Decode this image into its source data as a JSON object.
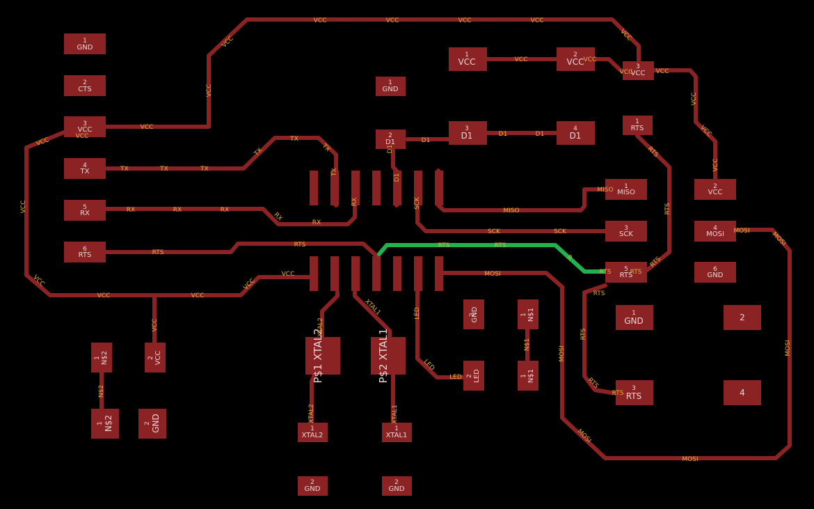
{
  "board": {
    "background_color": "#000000",
    "trace_color": "#8b2325",
    "selected_trace_color": "#22b14c",
    "label_color": "#e0b040",
    "pad_text_color": "#e8d6d6"
  },
  "pads": [
    {
      "id": "ftdi-1",
      "num": "1",
      "name": "GND"
    },
    {
      "id": "ftdi-2",
      "num": "2",
      "name": "CTS"
    },
    {
      "id": "ftdi-3",
      "num": "3",
      "name": "VCC"
    },
    {
      "id": "ftdi-4",
      "num": "4",
      "name": "TX"
    },
    {
      "id": "ftdi-5",
      "num": "5",
      "name": "RX"
    },
    {
      "id": "ftdi-6",
      "num": "6",
      "name": "RTS"
    },
    {
      "id": "vreg-1",
      "num": "1",
      "name": "VCC"
    },
    {
      "id": "vreg-2",
      "num": "2",
      "name": "VCC"
    },
    {
      "id": "vcc-junction",
      "num": "3",
      "name": "VCC"
    },
    {
      "id": "gnd-top",
      "num": "1",
      "name": "GND"
    },
    {
      "id": "d1-pad2",
      "num": "2",
      "name": "D1"
    },
    {
      "id": "d1-pad3",
      "num": "3",
      "name": "D1"
    },
    {
      "id": "d1-pad4",
      "num": "4",
      "name": "D1"
    },
    {
      "id": "rts-top",
      "num": "1",
      "name": "RTS"
    },
    {
      "id": "miso-1",
      "num": "1",
      "name": "MISO"
    },
    {
      "id": "sck-3",
      "num": "3",
      "name": "SCK"
    },
    {
      "id": "rts-5",
      "num": "5",
      "name": "RTS"
    },
    {
      "id": "isp-2",
      "num": "2",
      "name": "VCC"
    },
    {
      "id": "isp-4",
      "num": "4",
      "name": "MOSI"
    },
    {
      "id": "isp-6",
      "num": "6",
      "name": "GND"
    },
    {
      "id": "gnd-2-mid",
      "num": "2",
      "name": "GND"
    },
    {
      "id": "led-2",
      "num": "2",
      "name": "LED"
    },
    {
      "id": "n31-1",
      "num": "1",
      "name": "N$1"
    },
    {
      "id": "n31-2",
      "num": "1",
      "name": "N$1"
    },
    {
      "id": "n32-1",
      "num": "1",
      "name": "N$2"
    },
    {
      "id": "vcc-drop",
      "num": "2",
      "name": "VCC"
    },
    {
      "id": "n32-2",
      "num": "1",
      "name": "N$2"
    },
    {
      "id": "gnd-left",
      "num": "2",
      "name": "GND"
    },
    {
      "id": "xtal2-big",
      "num": "",
      "name": "P$1 XTAL2"
    },
    {
      "id": "xtal1-big",
      "num": "",
      "name": "P$2 XTAL1"
    },
    {
      "id": "xtal2-small",
      "num": "1",
      "name": "XTAL2"
    },
    {
      "id": "xtal1-small",
      "num": "1",
      "name": "XTAL1"
    },
    {
      "id": "gnd-bottom-1",
      "num": "2",
      "name": "GND"
    },
    {
      "id": "gnd-bottom-2",
      "num": "2",
      "name": "GND"
    },
    {
      "id": "btn-1",
      "num": "1",
      "name": "GND"
    },
    {
      "id": "btn-2",
      "num": "2",
      "name": ""
    },
    {
      "id": "btn-3",
      "num": "3",
      "name": "RTS"
    },
    {
      "id": "btn-4",
      "num": "4",
      "name": ""
    }
  ],
  "net_labels": {
    "vcc": "VCC",
    "tx": "TX",
    "rx": "RX",
    "rts": "RTS",
    "d1": "D1",
    "miso": "MISO",
    "sck": "SCK",
    "mosi": "MOSI",
    "led": "LED",
    "xtal1": "XTAL1",
    "xtal2": "XTAL2",
    "n1": "N$1",
    "n2": "N$2",
    "r": "R"
  }
}
